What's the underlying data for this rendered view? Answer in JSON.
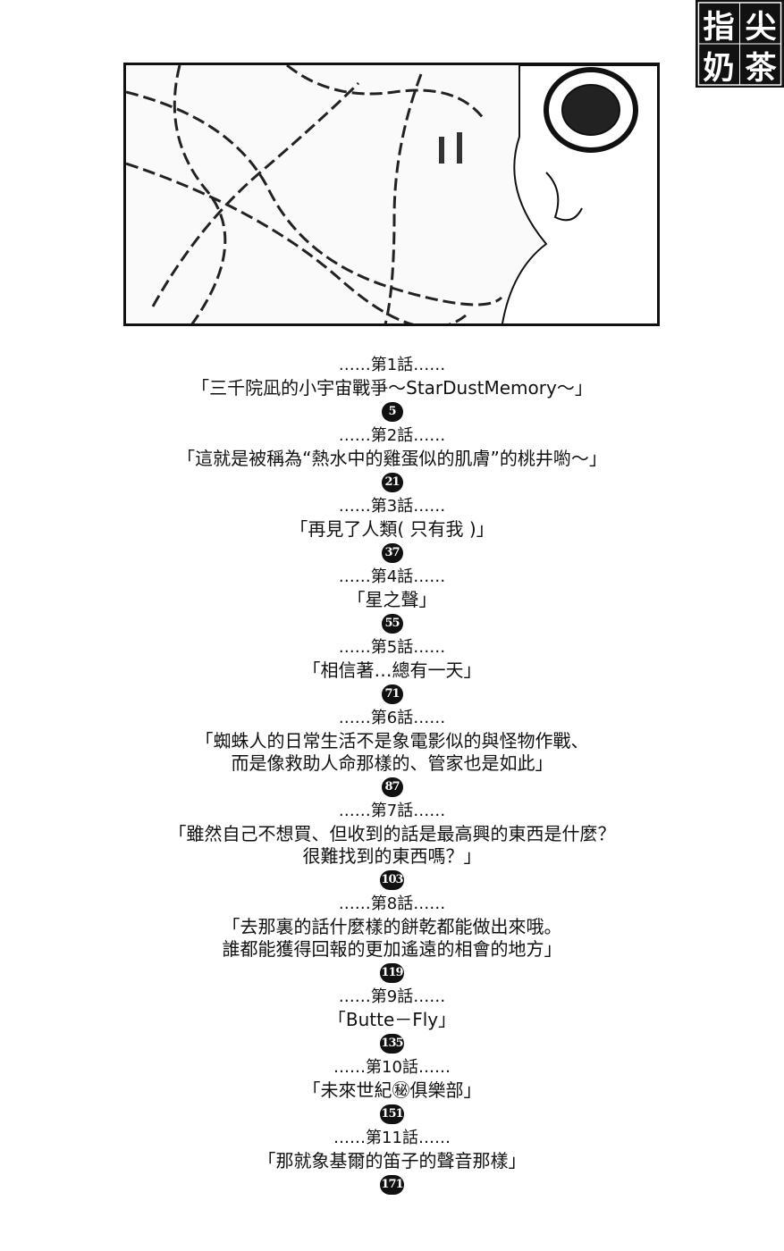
{
  "logo": {
    "text": "指尖奶茶"
  },
  "toc": [
    {
      "episode": "……第1話……",
      "title": [
        "「三千院凪的小宇宙戰爭～StarDustMemory～」"
      ],
      "page": "5"
    },
    {
      "episode": "……第2話……",
      "title": [
        "「這就是被稱為“熱水中的雞蛋似的肌膚”的桃井喲～」"
      ],
      "page": "21"
    },
    {
      "episode": "……第3話……",
      "title": [
        "「再見了人類( 只有我 )」"
      ],
      "page": "37"
    },
    {
      "episode": "……第4話……",
      "title": [
        "「星之聲」"
      ],
      "page": "55"
    },
    {
      "episode": "……第5話……",
      "title": [
        "「相信著…總有一天」"
      ],
      "page": "71"
    },
    {
      "episode": "……第6話……",
      "title": [
        "「蜘蛛人的日常生活不是象電影似的與怪物作戰、",
        "而是像救助人命那樣的、管家也是如此」"
      ],
      "page": "87"
    },
    {
      "episode": "……第7話……",
      "title": [
        "「雖然自己不想買、但收到的話是最高興的東西是什麼？",
        "很難找到的東西嗎？」"
      ],
      "page": "103"
    },
    {
      "episode": "……第8話……",
      "title": [
        "「去那裏的話什麼樣的餅乾都能做出來哦。",
        "誰都能獲得回報的更加遙遠的相會的地方」"
      ],
      "page": "119"
    },
    {
      "episode": "……第9話……",
      "title": [
        "「Butte－Fly」"
      ],
      "page": "135"
    },
    {
      "episode": "……第10話……",
      "title": [
        "「未來世紀㊙俱樂部」"
      ],
      "page": "151"
    },
    {
      "episode": "……第11話……",
      "title": [
        "「那就象基爾的笛子的聲音那樣」"
      ],
      "page": "171"
    }
  ]
}
